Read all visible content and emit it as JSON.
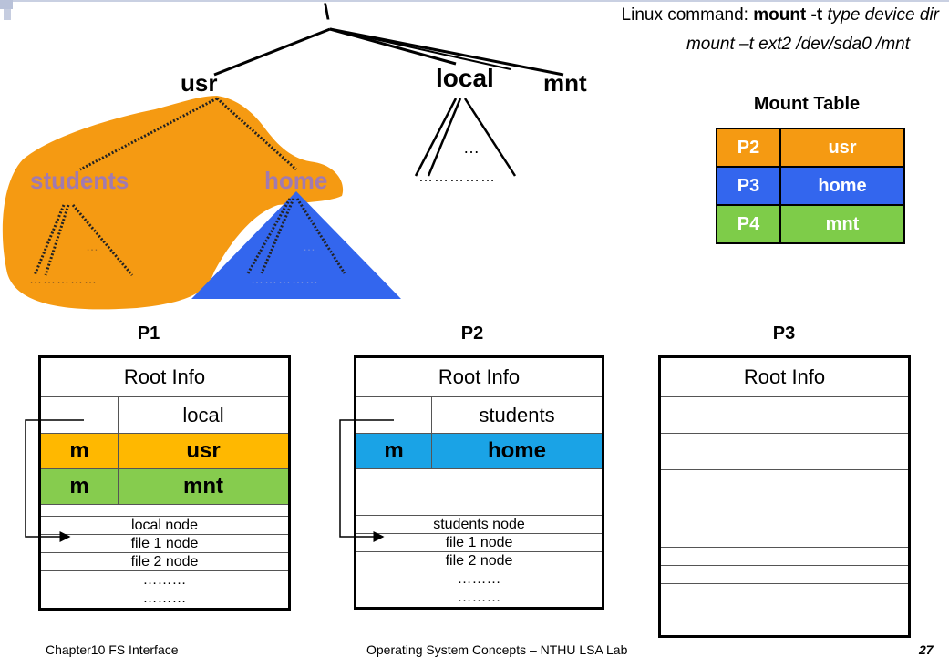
{
  "command": {
    "prefix": "Linux command: ",
    "mount_keyword": "mount -t",
    "syntax": " type device dir",
    "example": "mount –t ext2 /dev/sda0 /mnt"
  },
  "tree": {
    "root": "\\",
    "usr": "usr",
    "local": "local",
    "mnt": "mnt",
    "students": "students",
    "home": "home",
    "ellipsis": "…",
    "dotline": "……………"
  },
  "mount_table": {
    "title": "Mount Table",
    "rows": [
      {
        "partition": "P2",
        "dir": "usr",
        "color": "#f59a12"
      },
      {
        "partition": "P3",
        "dir": "home",
        "color": "#3366ee"
      },
      {
        "partition": "P4",
        "dir": "mnt",
        "color": "#7ecc49"
      }
    ]
  },
  "partitions": {
    "p1": {
      "title": "P1",
      "root_info": "Root Info",
      "entry_local": "local",
      "mount_rows": [
        {
          "flag": "m",
          "name": "usr",
          "color": "#ffb800"
        },
        {
          "flag": "m",
          "name": "mnt",
          "color": "#86cc4e"
        }
      ],
      "nodes": [
        "local node",
        "file 1 node",
        "file 2 node"
      ],
      "dots": [
        "………",
        "………"
      ]
    },
    "p2": {
      "title": "P2",
      "root_info": "Root Info",
      "entry_students": "students",
      "mount_row": {
        "flag": "m",
        "name": "home",
        "color": "#1aa3e6"
      },
      "nodes": [
        "students node",
        "file 1 node",
        "file 2 node"
      ],
      "dots": [
        "………",
        "………"
      ]
    },
    "p3": {
      "title": "P3",
      "root_info": "Root Info"
    }
  },
  "footer": {
    "left": "Chapter10 FS Interface",
    "center": "Operating System Concepts – NTHU LSA Lab",
    "page": "27"
  },
  "colors": {
    "orange_blob": "#f59a12",
    "blue_triangle": "#3366ee",
    "mount_label": "#a17ab0"
  }
}
